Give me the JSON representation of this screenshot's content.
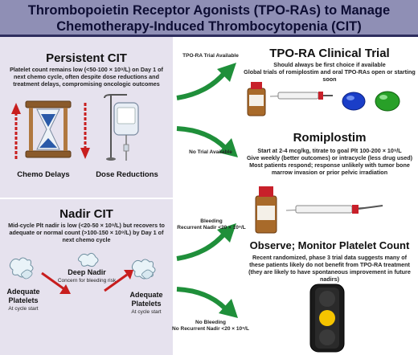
{
  "header": {
    "line1": "Thrombopoietin Receptor Agonists (TPO-RAs) to Manage",
    "line2": "Chemotherapy-Induced Thrombocytopenia (CIT)"
  },
  "persistent": {
    "title": "Persistent CIT",
    "desc": "Platelet count remains low (<50-100 × 10⁹/L) on Day 1 of next chemo cycle, often despite dose reductions and treatment delays, compromising oncologic outcomes",
    "label_delays": "Chemo Delays",
    "label_reductions": "Dose Reductions"
  },
  "nadir": {
    "title": "Nadir CIT",
    "desc": "Mid-cycle Plt nadir is low (<20-50 × 10⁹/L) but recovers to adequate or normal count (>100-150 × 10⁹/L) by Day 1 of next chemo cycle",
    "deep_label": "Deep Nadir",
    "deep_sub": "Concern for bleeding risk",
    "adequate1_label": "Adequate Platelets",
    "adequate1_sub": "At cycle start",
    "adequate2_label": "Adequate Platelets",
    "adequate2_sub": "At cycle start"
  },
  "arrows": {
    "trial_available": "TPO-RA Trial Available",
    "no_trial": "No Trial Available",
    "bleeding_line1": "Bleeding",
    "bleeding_line2": "Recurrent Nadir <20 × 10⁹/L",
    "nobleed_line1": "No Bleeding",
    "nobleed_line2": "No Recurrent Nadir <20 × 10⁹/L"
  },
  "trial": {
    "title": "TPO-RA Clinical Trial",
    "line1": "Should always be first choice if available",
    "line2": "Global trials of romiplostim and oral TPO-RAs open or starting soon"
  },
  "romi": {
    "title": "Romiplostim",
    "line1": "Start at 2-4 mcg/kg, titrate to goal Plt 100-200 × 10⁹/L",
    "line2": "Give weekly (better outcomes) or intracycle (less drug used)",
    "line3": "Most patients respond; response unlikely with tumor bone marrow invasion or prior pelvic irradiation"
  },
  "observe": {
    "title": "Observe; Monitor Platelet Count",
    "line1": "Recent randomized, phase 3 trial data suggests many of these patients likely do not benefit from TPO-RA treatment (they are likely to have spontaneous improvement in future nadirs)"
  },
  "colors": {
    "accent_green": "#1f8f3a",
    "panel": "#e6e2ee",
    "header": "#8f8fb5",
    "red_arrow": "#c81e1e"
  }
}
